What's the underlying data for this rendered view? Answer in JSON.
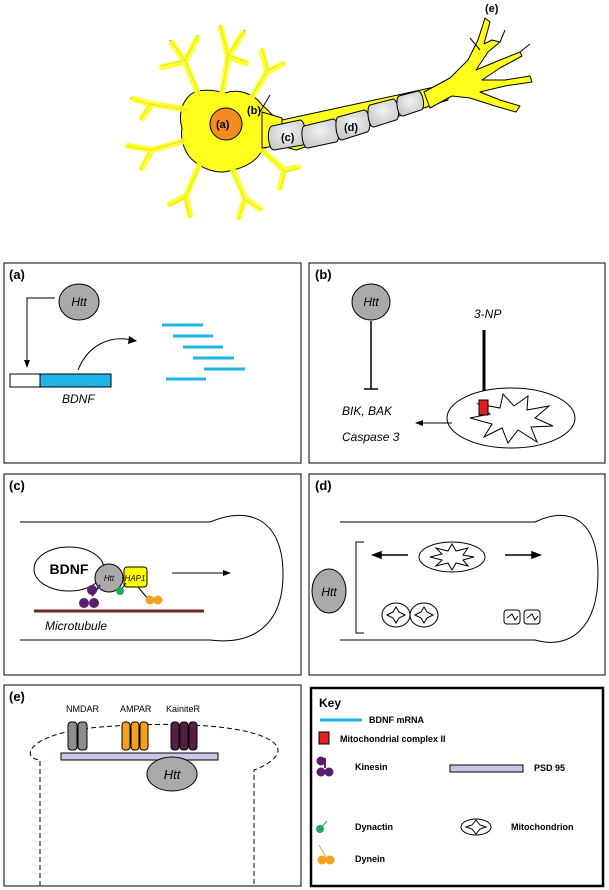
{
  "neuron": {
    "labels": {
      "a": "(a)",
      "b": "(b)",
      "c": "(c)",
      "d": "(d)",
      "e": "(e)"
    }
  },
  "panels": {
    "a": {
      "label": "(a)",
      "htt": "Htt",
      "gene": "BDNF"
    },
    "b": {
      "label": "(b)",
      "htt": "Htt",
      "toxin": "3-NP",
      "genes": "BIK, BAK",
      "caspase": "Caspase 3"
    },
    "c": {
      "label": "(c)",
      "bdnf": "BDNF",
      "htt": "Htt",
      "hap1": "HAP1",
      "microtubule": "Microtubule"
    },
    "d": {
      "label": "(d)",
      "htt": "Htt"
    },
    "e": {
      "label": "(e)",
      "receptors": [
        "NMDAR",
        "AMPAR",
        "KainiteR"
      ],
      "htt": "Htt"
    }
  },
  "key": {
    "title": "Key",
    "items": {
      "bdnf_mrna": "BDNF mRNA",
      "complex2": "Mitochondrial complex II",
      "kinesin": "Kinesin",
      "psd95": "PSD 95",
      "dynactin": "Dynactin",
      "mitochondrion": "Mitochondrion",
      "dynein": "Dynein"
    }
  },
  "colors": {
    "neuron": "#ffff1e",
    "nucleus": "#f28c1e",
    "axon_segment": "#dcdcdc",
    "mrna": "#1eb4e6",
    "complex2": "#e61e1e",
    "kinesin": "#5a1e6e",
    "dynactin": "#1eaa5a",
    "dynein": "#f5a01e",
    "hap1": "#ffff00",
    "microtubule": "#6e2828",
    "psd95": "#c8c8e6",
    "nmdar": "#8c8c8c",
    "ampar": "#f5a01e",
    "kainiter": "#5a1e46",
    "htt_grey": "#aaaaaa"
  }
}
